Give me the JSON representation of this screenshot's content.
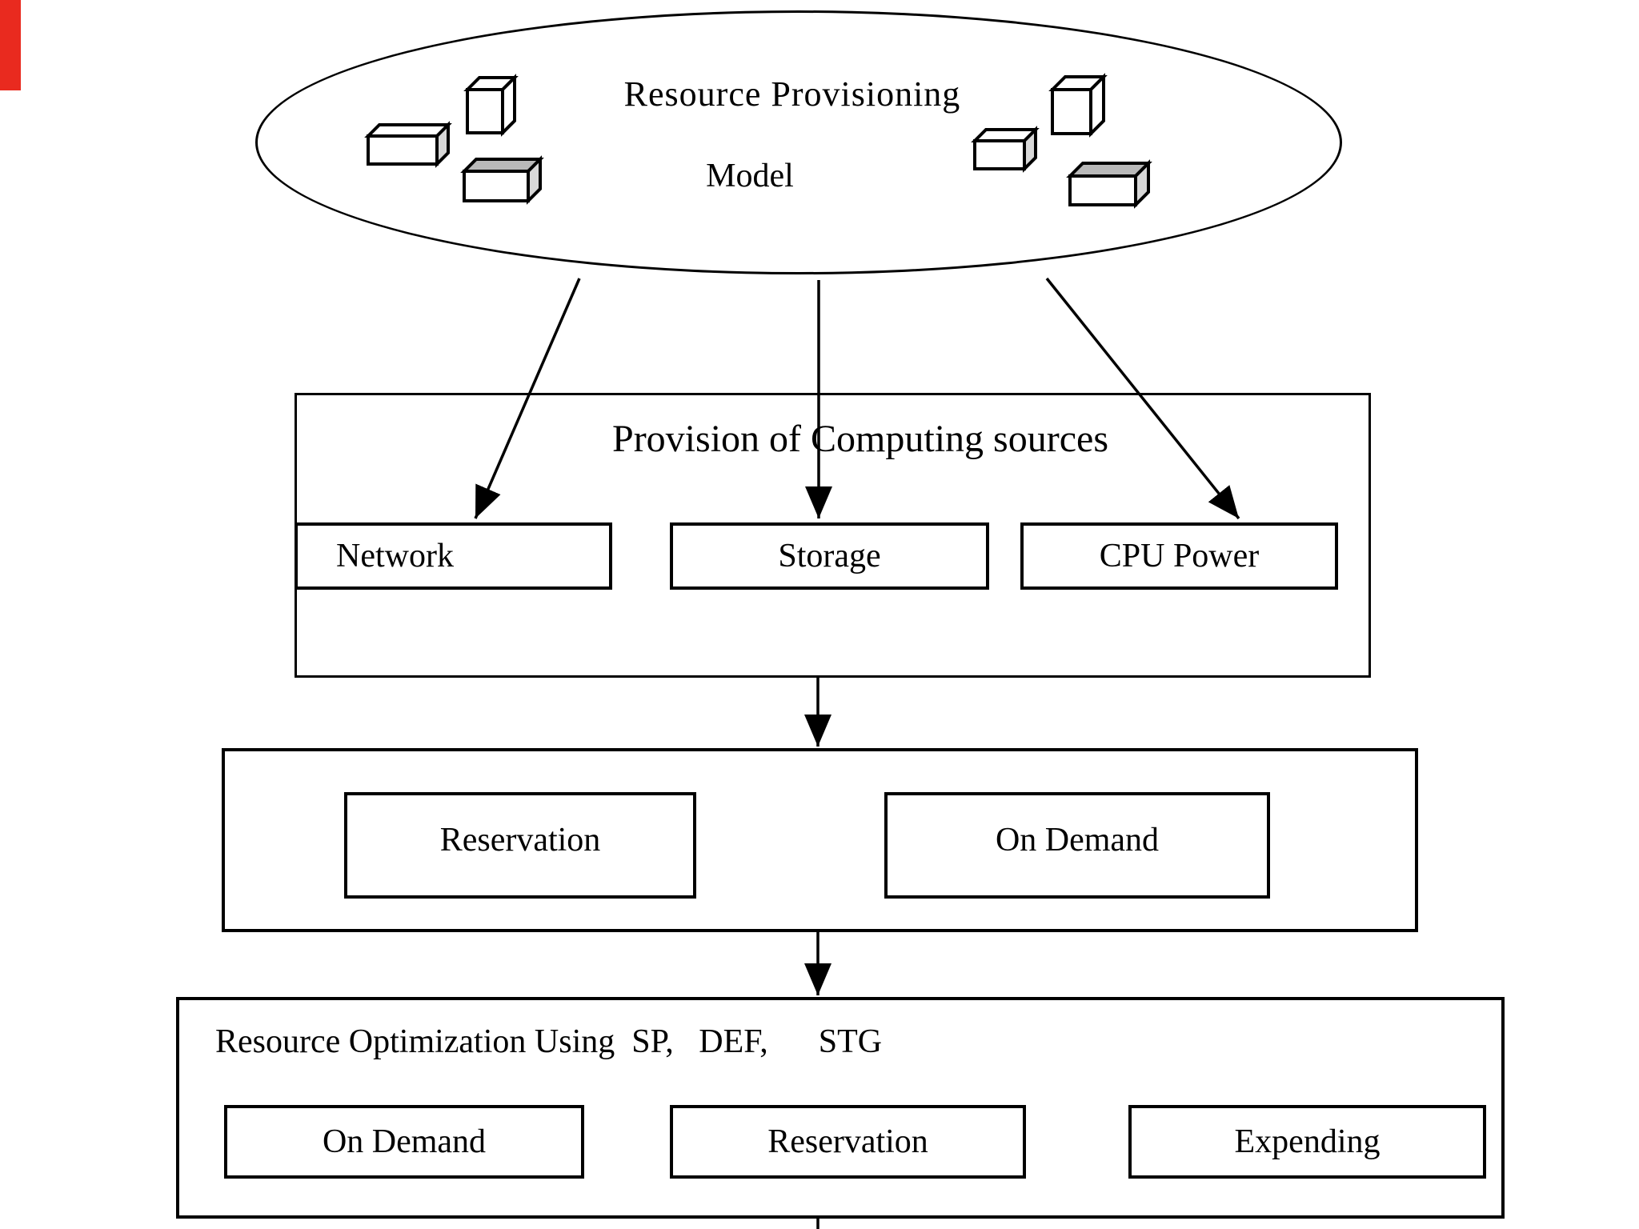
{
  "diagram": {
    "ellipse_node": {
      "title_line1": "Resource Provisioning",
      "title_line2": "Model"
    },
    "provision_box": {
      "title": "Provision of Computing sources",
      "items": [
        "Network",
        "Storage",
        "CPU Power"
      ]
    },
    "allocation_box": {
      "items": [
        "Reservation",
        "On Demand"
      ]
    },
    "optimization_box": {
      "title": "Resource Optimization Using  SP,   DEF,      STG",
      "items": [
        "On Demand",
        "Reservation",
        "Expending"
      ]
    }
  },
  "icons": {
    "cubes_left": "three 3d cube glyphs",
    "cubes_right": "three 3d cube glyphs",
    "arrows": "black filled-head connector arrows"
  },
  "colors": {
    "line": "#000000",
    "background": "#ffffff",
    "artifact_red": "#e92a1f",
    "cube_top_shade": "#b9b9b9",
    "cube_side_shade": "#d8d8d8"
  }
}
